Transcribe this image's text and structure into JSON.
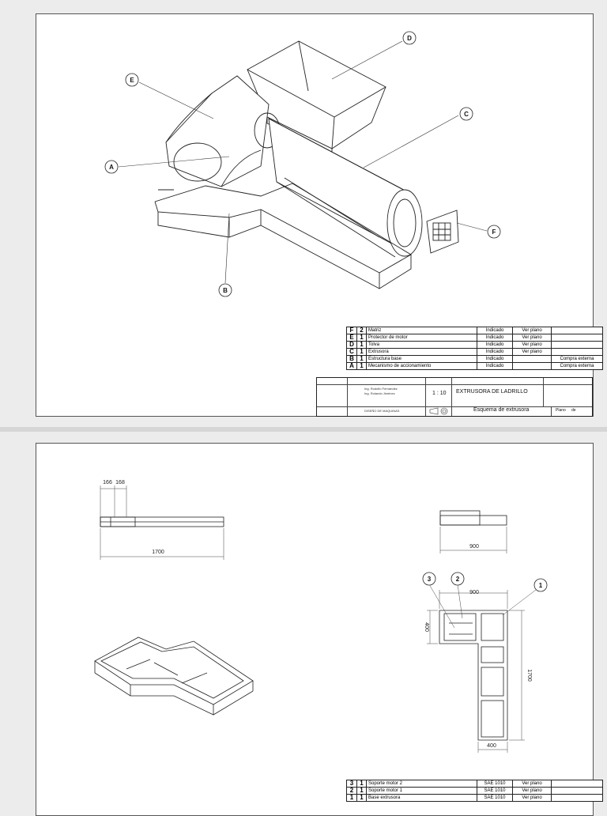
{
  "sheet1": {
    "balloons": [
      "A",
      "B",
      "C",
      "D",
      "E",
      "F"
    ],
    "bom": [
      {
        "mark": "F",
        "qty": "2",
        "name": "Matriz",
        "material": "Indicado",
        "dims": "Ver plano",
        "obs": ""
      },
      {
        "mark": "E",
        "qty": "1",
        "name": "Protector de motor",
        "material": "Indicado",
        "dims": "Ver plano",
        "obs": ""
      },
      {
        "mark": "D",
        "qty": "1",
        "name": "Tolva",
        "material": "Indicado",
        "dims": "Ver plano",
        "obs": ""
      },
      {
        "mark": "C",
        "qty": "1",
        "name": "Extrusora",
        "material": "Indicado",
        "dims": "Ver plano",
        "obs": ""
      },
      {
        "mark": "B",
        "qty": "1",
        "name": "Estructura base",
        "material": "Indicado",
        "dims": "",
        "obs": "Compra externa"
      },
      {
        "mark": "A",
        "qty": "1",
        "name": "Mecanismo de accionamiento",
        "material": "Indicado",
        "dims": "",
        "obs": "Compra externa"
      }
    ],
    "title_block": {
      "scale": "1 : 10",
      "title": "EXTRUSORA DE LADRILLO",
      "subtitle": "Esquema de extrusora",
      "client": "DISEÑO DE MAQUINAS",
      "plano": "Plano",
      "de": "de",
      "drawn_by": "Ing. Rodolfo Fernández",
      "reviewed_by": "Ing. Rolando Jiménez"
    }
  },
  "sheet2": {
    "dimensions": {
      "d166": "166",
      "d168": "168",
      "d1700_top": "1700",
      "d900_right": "900",
      "d900_plan": "900",
      "d400_side": "400",
      "d1700_plan": "1700",
      "d400_bottom": "400"
    },
    "balloons": [
      "1",
      "2",
      "3"
    ],
    "bom": [
      {
        "mark": "3",
        "qty": "1",
        "name": "Soporte motor 2",
        "material": "SAE 1010",
        "dims": "Ver plano",
        "obs": ""
      },
      {
        "mark": "2",
        "qty": "1",
        "name": "Soporte motor 1",
        "material": "SAE 1010",
        "dims": "Ver plano",
        "obs": ""
      },
      {
        "mark": "1",
        "qty": "1",
        "name": "Base extrusora",
        "material": "SAE 1010",
        "dims": "Ver plano",
        "obs": ""
      }
    ]
  }
}
